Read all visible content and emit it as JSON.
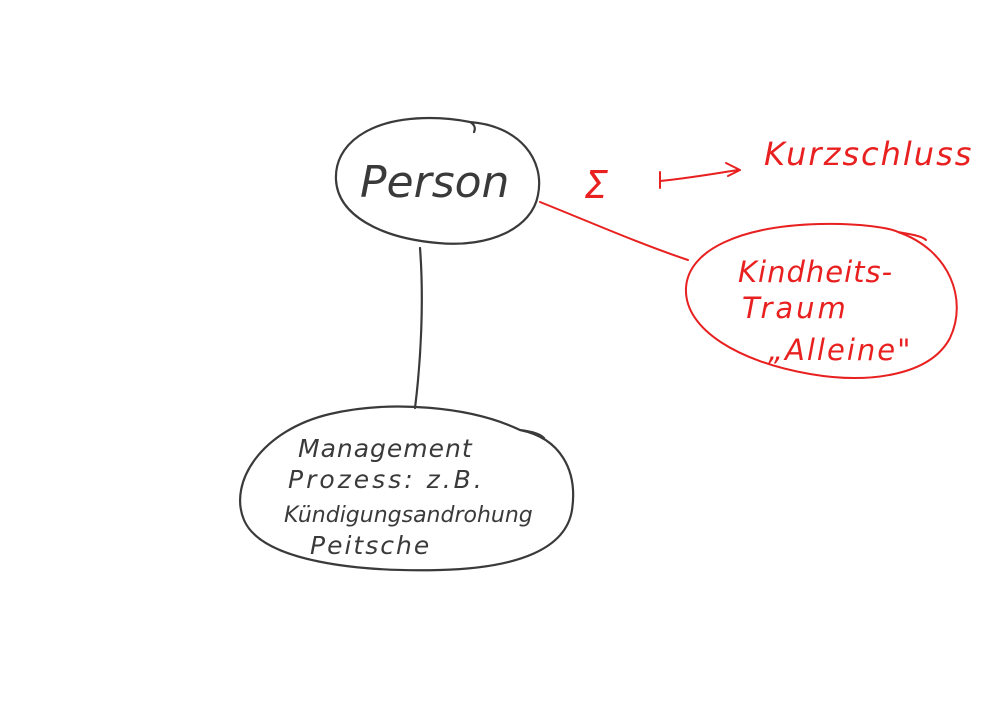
{
  "colors": {
    "ink": "#3a3a3a",
    "annotation": "#e8201f",
    "background": "#ffffff"
  },
  "nodes": {
    "person": {
      "label": "Person"
    },
    "management": {
      "lines": [
        "Management",
        "Prozess: z.B.",
        "Kündigungsandrohung",
        "Peitsche"
      ]
    },
    "dream": {
      "lines": [
        "Kindheits-",
        "Traum",
        "„Alleine\""
      ]
    }
  },
  "annotations": {
    "sigma": "Σ",
    "shortcut": "Kurzschluss"
  }
}
